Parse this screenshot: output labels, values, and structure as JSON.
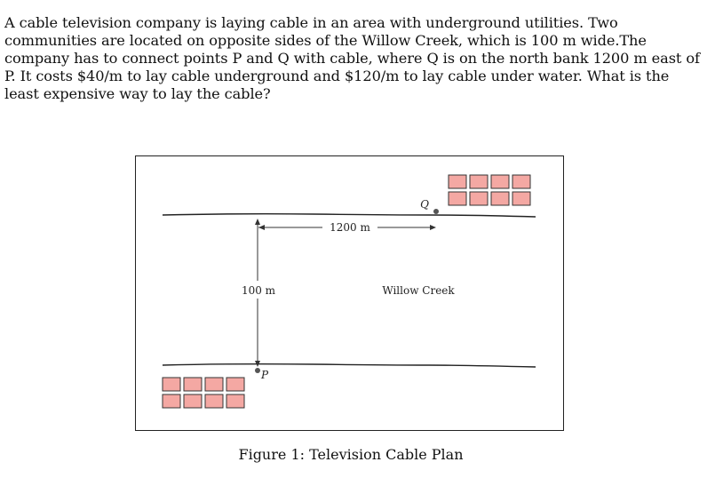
{
  "problem": {
    "lines": [
      "A cable television company is laying cable in an area with underground utilities. Two",
      "communities are located on opposite sides of the Willow Creek, which is 100 m wide.The",
      "company has to connect points P and Q with cable, where Q is on the north bank 1200 m east of",
      "P. It costs $40/m to lay cable underground and $120/m to lay cable under water. What is the",
      "least expensive way to lay the cable?"
    ]
  },
  "figure": {
    "label_distance": "1200 m",
    "label_width": "100 m",
    "label_creek": "Willow Creek",
    "point_p": "P",
    "point_q": "Q",
    "colors": {
      "house_fill": "#f4a8a3",
      "house_stroke": "#333333",
      "bank_line": "#222222",
      "point": "#555555"
    }
  },
  "caption": "Figure 1: Television Cable Plan"
}
